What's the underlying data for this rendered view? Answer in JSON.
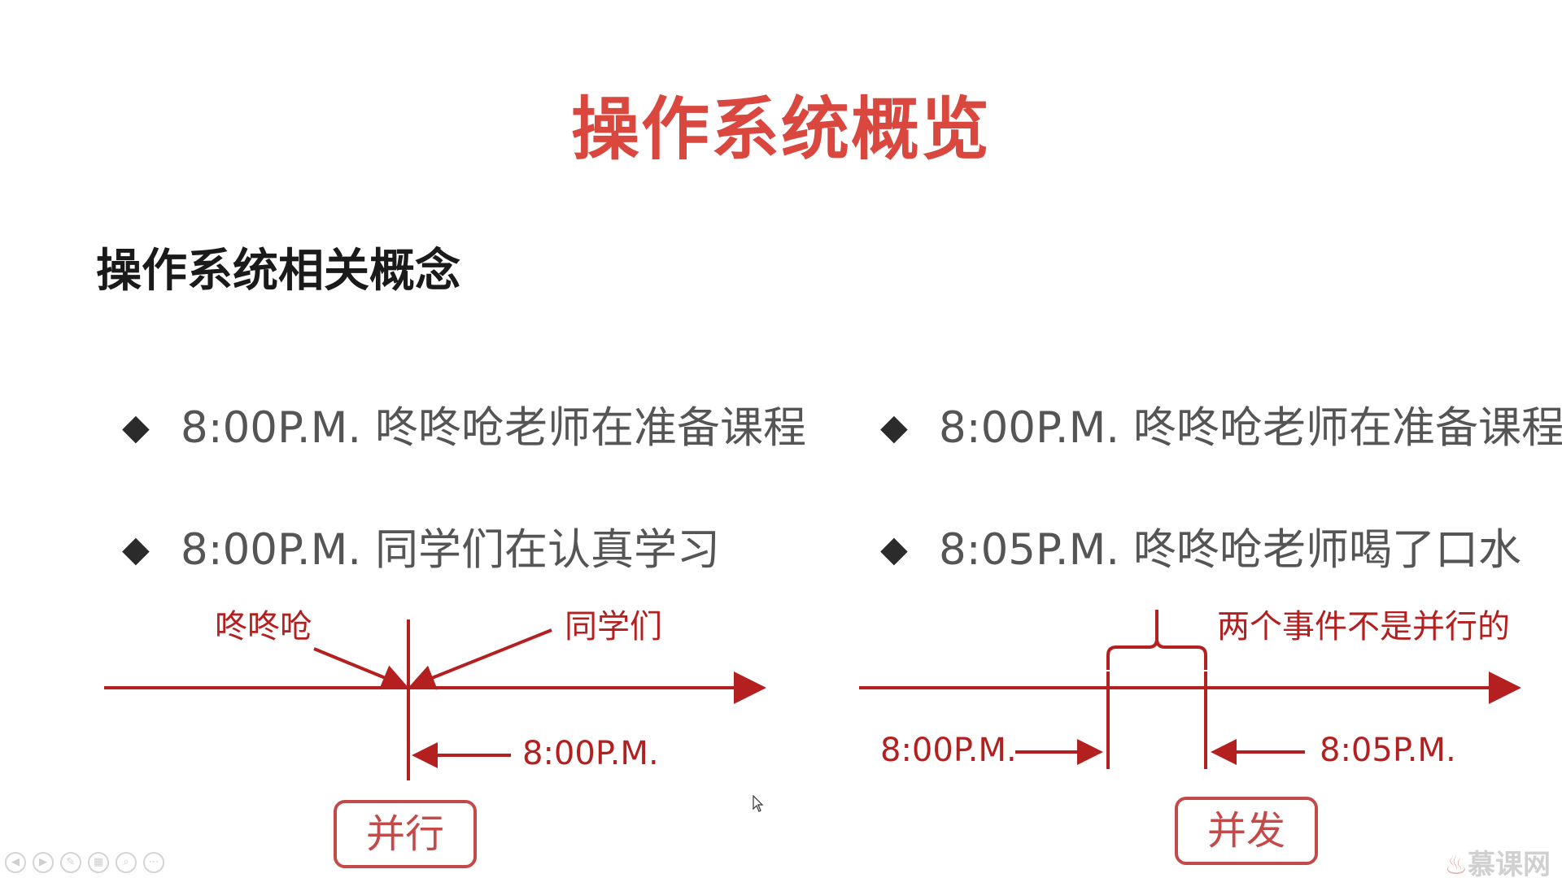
{
  "slide": {
    "title": "操作系统概览",
    "subtitle": "操作系统相关概念"
  },
  "left_panel": {
    "bullets": [
      "8:00P.M. 咚咚呛老师在准备课程",
      "8:00P.M. 同学们在认真学习"
    ],
    "labels": {
      "actor_a": "咚咚呛",
      "actor_b": "同学们",
      "time": "8:00P.M."
    },
    "concept": "并行"
  },
  "right_panel": {
    "bullets": [
      "8:00P.M. 咚咚呛老师在准备课程",
      "8:05P.M. 咚咚呛老师喝了口水"
    ],
    "labels": {
      "note": "两个事件不是并行的",
      "time_start": "8:00P.M.",
      "time_end": "8:05P.M."
    },
    "concept": "并发"
  },
  "branding": {
    "logo_text": "慕课网",
    "logo_icon": "flame-icon"
  },
  "colors": {
    "title": "#d9473f",
    "diagram_red": "#b41f1f",
    "box_border": "#c44a4a",
    "text_gray": "#555555"
  }
}
